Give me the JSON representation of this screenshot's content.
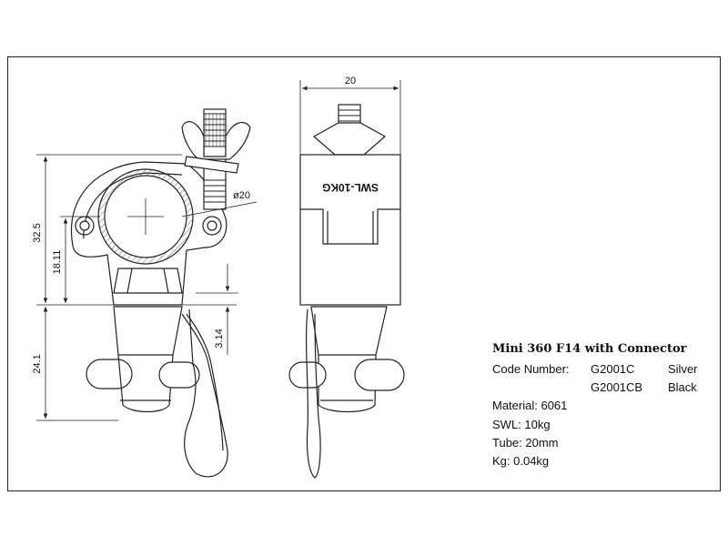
{
  "drawing": {
    "dimensions": {
      "width": "20",
      "diameter": "ø20",
      "height_total": "32.5",
      "height_center": "18.11",
      "height_small": "3.14",
      "height_connector": "24.1"
    },
    "engraving": "SWL-10KG"
  },
  "specs": {
    "title": "Mini 360 F14 with Connector",
    "code_label": "Code Number:",
    "code1": "G2001C",
    "color1": "Silver",
    "code2": "G2001CB",
    "color2": "Black",
    "material": "Material: 6061",
    "swl": "SWL: 10kg",
    "tube": "Tube: 20mm",
    "kg": "Kg: 0.04kg"
  }
}
